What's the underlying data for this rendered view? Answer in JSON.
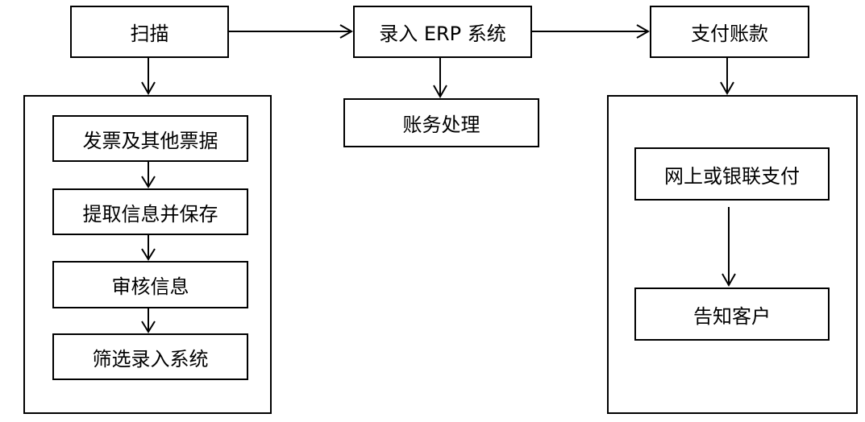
{
  "diagram": {
    "top_row": {
      "scan": "扫描",
      "erp_entry": "录入 ERP 系统",
      "payment": "支付账款"
    },
    "left_group": {
      "steps": [
        "发票及其他票据",
        "提取信息并保存",
        "审核信息",
        "筛选录入系统"
      ]
    },
    "middle": {
      "accounting": "账务处理"
    },
    "right_group": {
      "online_pay": "网上或银联支付",
      "notify": "告知客户"
    }
  }
}
